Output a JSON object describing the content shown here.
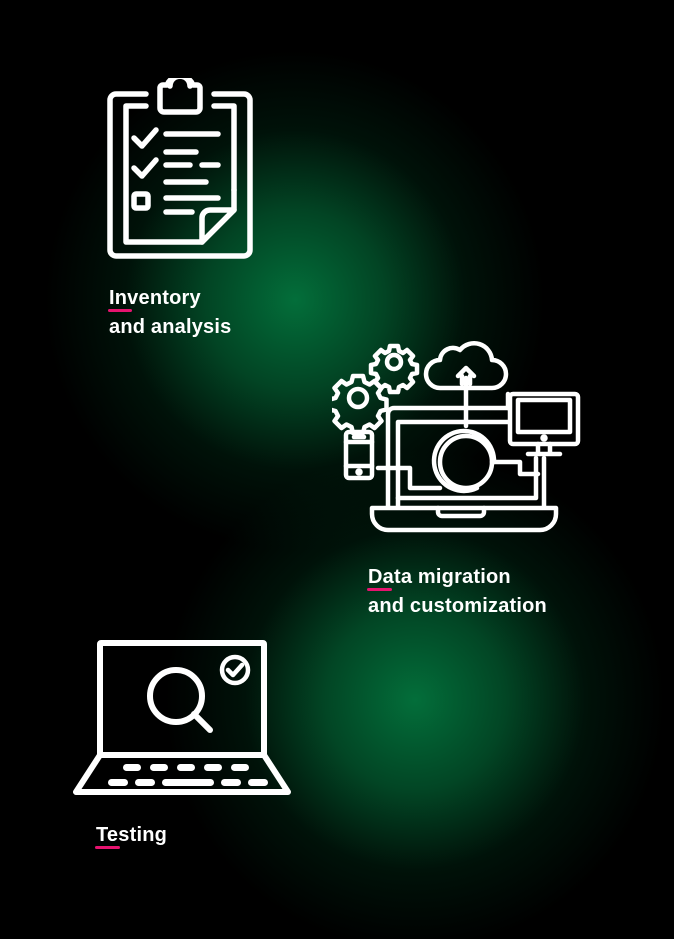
{
  "theme": {
    "background": "#000000",
    "glow": "#036e3a",
    "text": "#ffffff",
    "accent": "#e6136f"
  },
  "steps": [
    {
      "id": "inventory",
      "icon": "clipboard-checklist-icon",
      "label_line1": "Inventory",
      "label_line2": "and analysis"
    },
    {
      "id": "migration",
      "icon": "laptop-cloud-devices-icon",
      "label_line1": "Data migration",
      "label_line2": "and customization"
    },
    {
      "id": "testing",
      "icon": "laptop-search-check-icon",
      "label_line1": "Testing"
    }
  ]
}
